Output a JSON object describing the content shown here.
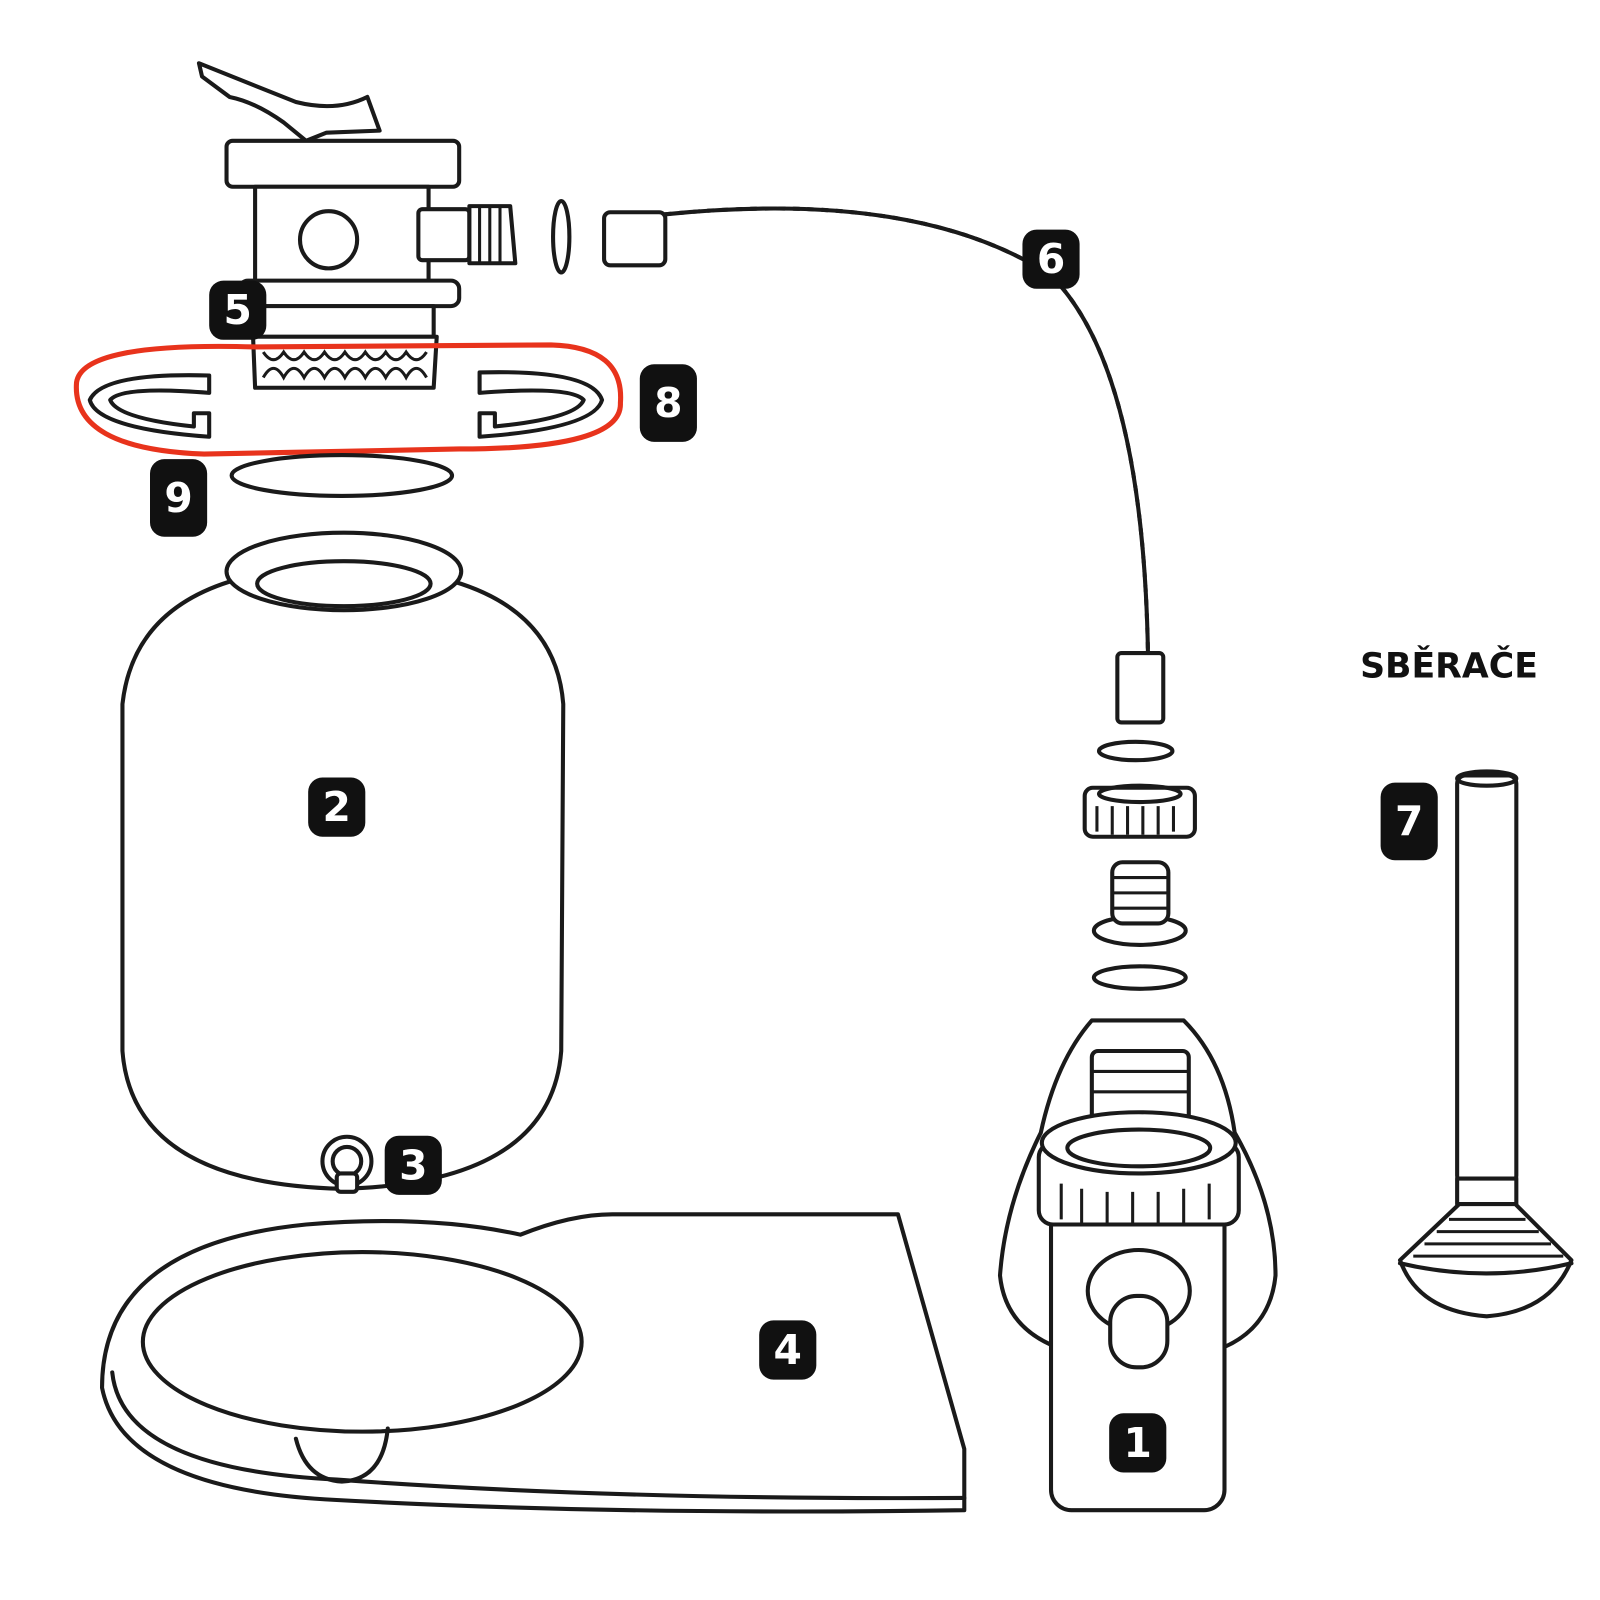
{
  "diagram": {
    "section_label": "SBĚRAČE",
    "highlight_color": "#e8331c",
    "callouts": [
      {
        "id": "1",
        "part": "pump"
      },
      {
        "id": "2",
        "part": "filter-tank"
      },
      {
        "id": "3",
        "part": "drain-plug"
      },
      {
        "id": "4",
        "part": "base-stand"
      },
      {
        "id": "5",
        "part": "multiport-valve"
      },
      {
        "id": "6",
        "part": "connecting-hose"
      },
      {
        "id": "7",
        "part": "lateral-skimmer"
      },
      {
        "id": "8",
        "part": "tank-clamp"
      },
      {
        "id": "9",
        "part": "o-ring"
      }
    ]
  }
}
